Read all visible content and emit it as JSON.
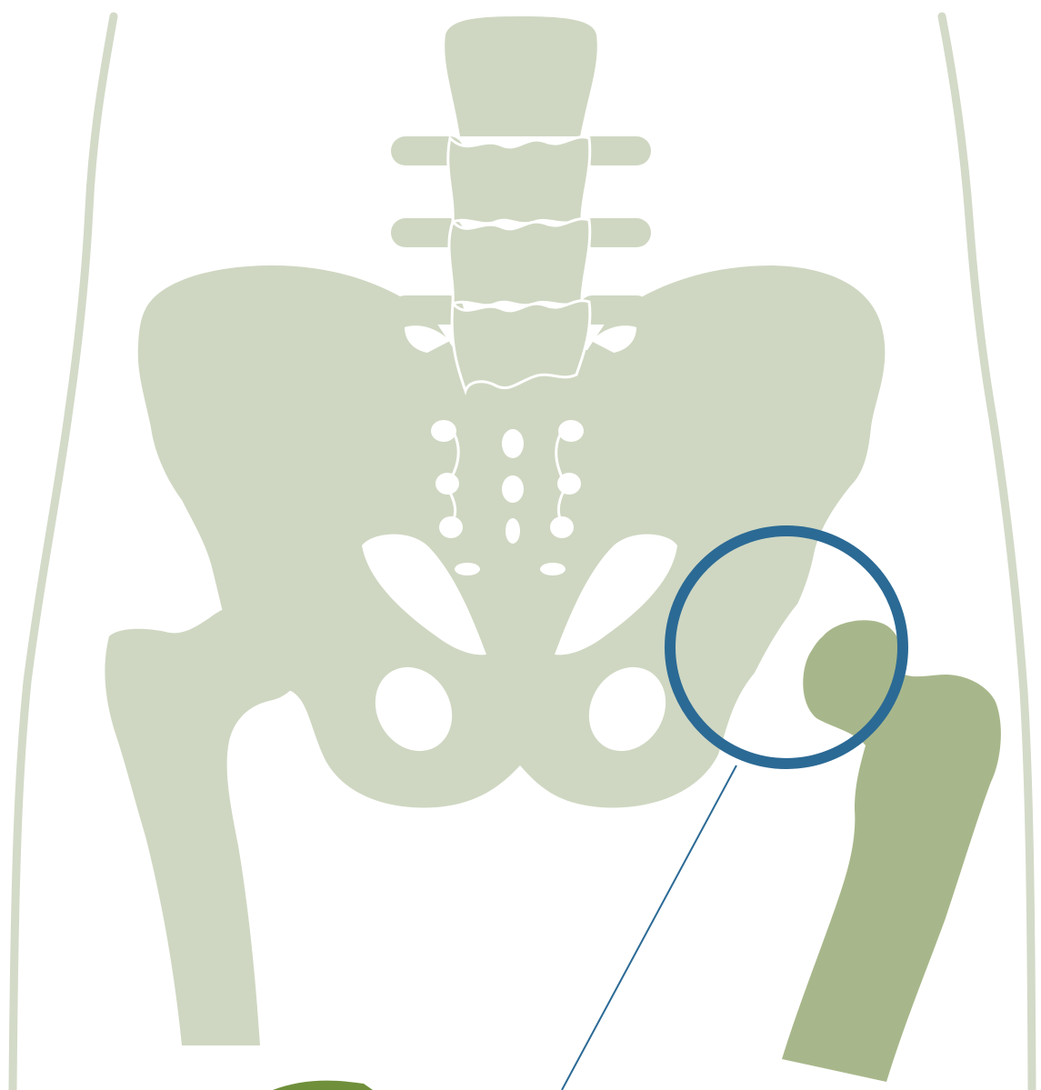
{
  "colors": {
    "background": "#ffffff",
    "bone": "#cfd7c2",
    "highlighted_bone": "#a8b78b",
    "body_outline": "#d3dac8",
    "callout_ring": "#2b6a95",
    "callout_line": "#2b6a95",
    "detail_circle": "#6f8f3a"
  },
  "icons": {
    "spine": "lumbar-spine",
    "pelvis": "pelvis-bone",
    "left_femur": "femur-bone",
    "right_femur": "femur-bone-highlighted",
    "callout": "magnifier-ring"
  }
}
